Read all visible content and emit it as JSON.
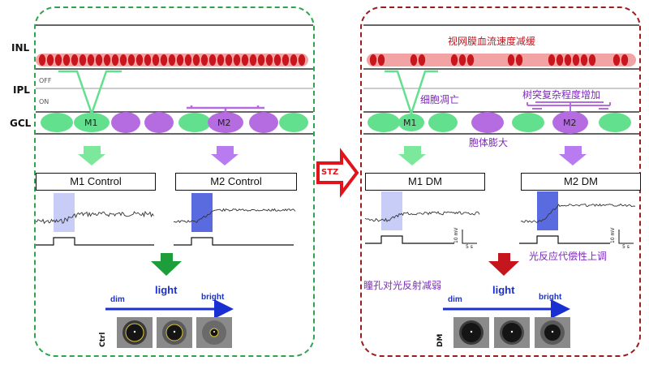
{
  "layers": {
    "inl": "INL",
    "ipl": "IPL",
    "gcl": "GCL",
    "off": "OFF",
    "on": "ON"
  },
  "cells": {
    "m1": "M1",
    "m2": "M2"
  },
  "left_panel": {
    "m1_box": "M1 Control",
    "m2_box": "M2 Control",
    "light": "light",
    "dim": "dim",
    "bright": "bright",
    "eye_row_label": "Ctrl"
  },
  "right_panel": {
    "m1_box": "M1 DM",
    "m2_box": "M2 DM",
    "light": "light",
    "dim": "dim",
    "bright": "bright",
    "eye_row_label": "DM",
    "notes": {
      "blood_flow": "视网膜血流速度减缓",
      "cell_death": "细胞凋亡",
      "dendrite": "树突复杂程度增加",
      "swelling": "胞体膨大",
      "plr": "瞳孔对光反射减弱",
      "compensation": "光反应代偿性上调"
    },
    "scale_v": "10 mV",
    "scale_t": "5 s"
  },
  "transition": {
    "label": "STZ"
  },
  "colors": {
    "green_border": "#2da44e",
    "red_border": "#9b1c1c",
    "m1_cell": "#63e08e",
    "m2_cell": "#b46ce0",
    "inl_cell": "#c9161d",
    "light_blue": "#1a2fd1",
    "purple_text": "#7b2bb8",
    "red_text": "#c4161c"
  }
}
